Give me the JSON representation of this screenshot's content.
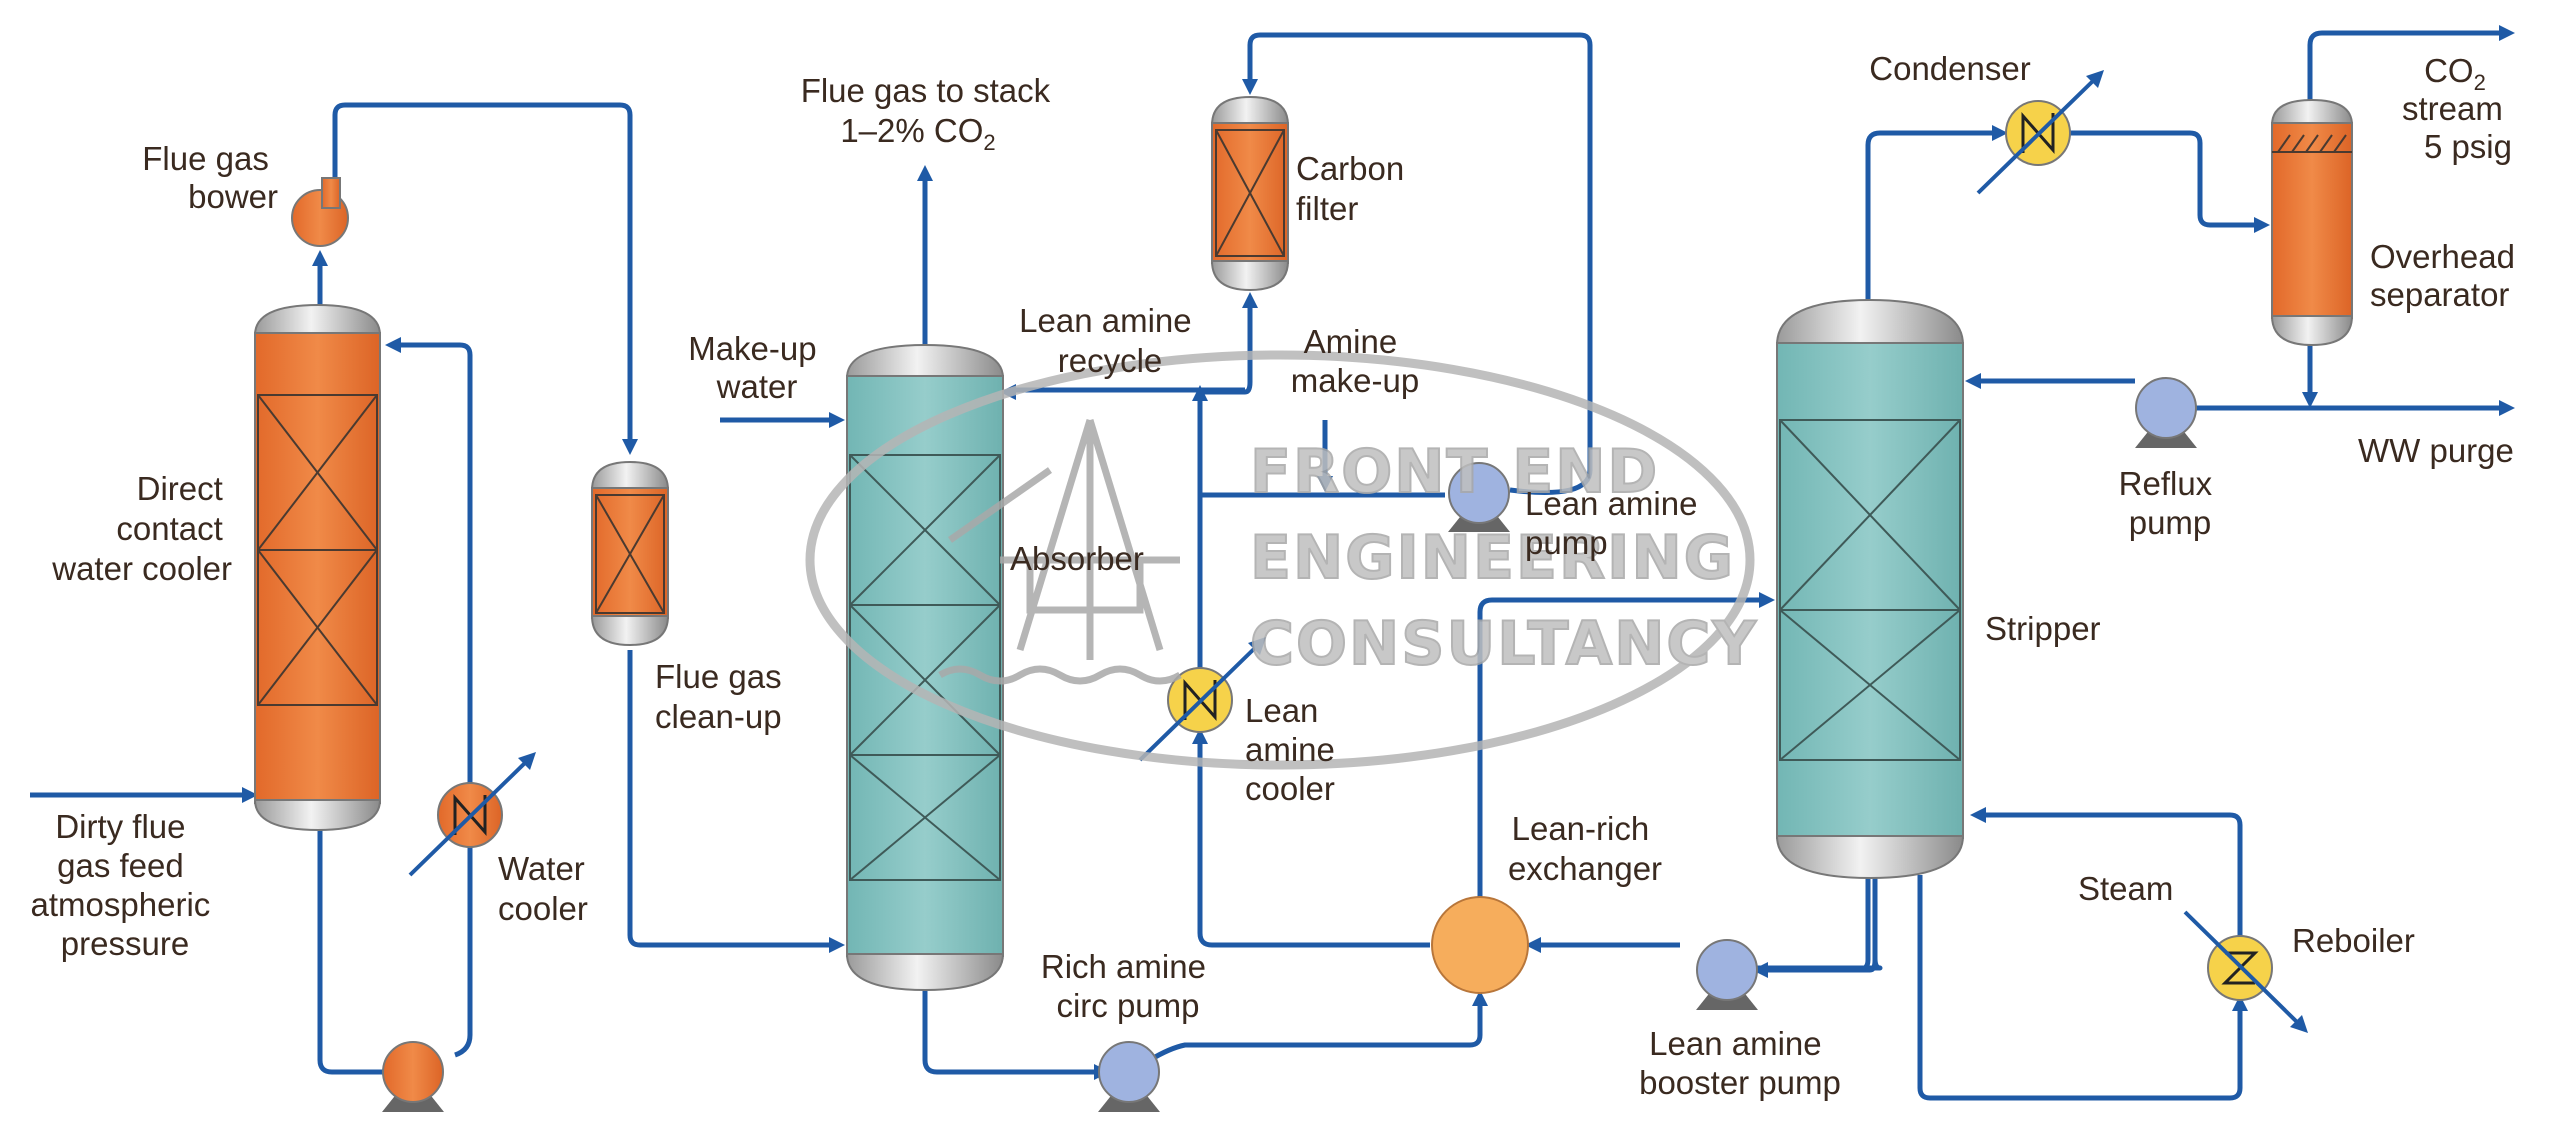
{
  "labels": {
    "flue_gas_blower": [
      "Flue gas",
      "bower"
    ],
    "direct_contact_cooler": [
      "Direct",
      "contact",
      "water cooler"
    ],
    "dirty_feed": [
      "Dirty flue",
      "gas feed",
      "atmospheric",
      "pressure"
    ],
    "water_cooler": [
      "Water",
      "cooler"
    ],
    "flue_gas_cleanup": [
      "Flue gas",
      "clean-up"
    ],
    "flue_gas_to_stack": [
      "Flue gas to stack",
      "1–2% CO",
      "2"
    ],
    "makeup_water": [
      "Make-up",
      "water"
    ],
    "absorber": "Absorber",
    "lean_amine_recycle": [
      "Lean amine",
      "recycle"
    ],
    "carbon_filter": [
      "Carbon",
      "filter"
    ],
    "amine_makeup": [
      "Amine",
      "make-up"
    ],
    "lean_amine_pump": [
      "Lean amine",
      "pump"
    ],
    "lean_amine_cooler": [
      "Lean",
      "amine",
      "cooler"
    ],
    "rich_amine_pump": [
      "Rich amine",
      "circ pump"
    ],
    "lean_rich_exchanger": [
      "Lean-rich",
      "exchanger"
    ],
    "lean_amine_booster": [
      "Lean amine",
      "booster pump"
    ],
    "condenser": "Condenser",
    "co2_stream": [
      "CO",
      "2",
      "stream",
      "5 psig"
    ],
    "overhead_separator": [
      "Overhead",
      "separator"
    ],
    "reflux_pump": [
      "Reflux",
      "pump"
    ],
    "ww_purge": "WW purge",
    "stripper": "Stripper",
    "steam": "Steam",
    "reboiler": "Reboiler"
  },
  "watermark": [
    "FRONT END",
    "ENGINEERING",
    "CONSULTANCY"
  ],
  "colors": {
    "pipe": "#1f5aa6",
    "vessel_orange": "#ea7a3a",
    "vessel_teal": "#86c4c2",
    "pump_blue": "#9fb3e0",
    "hx_yellow": "#f6d24a",
    "exchanger_orange": "#f6ad5c",
    "text": "#3a2a20"
  }
}
